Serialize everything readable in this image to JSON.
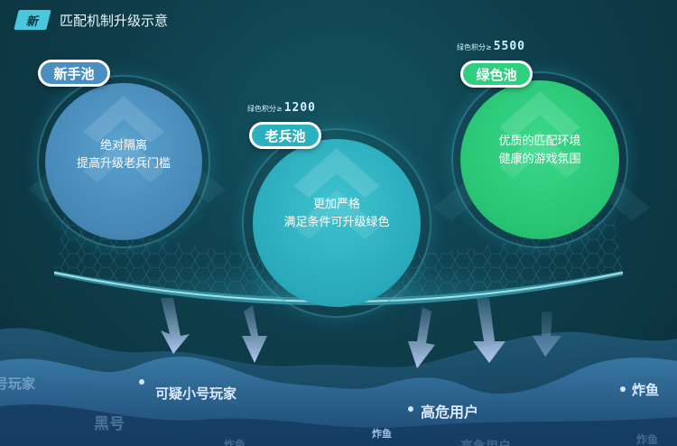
{
  "header": {
    "badge": "新",
    "title": "匹配机制升级示意"
  },
  "pools": {
    "novice": {
      "name": "新手池",
      "line1": "绝对隔离",
      "line2": "提高升级老兵门槛",
      "color": "#4a8fbf"
    },
    "veteran": {
      "name": "老兵池",
      "line1": "更加严格",
      "line2": "满足条件可升级绿色",
      "score_label": "绿色积分≥",
      "score_value": "1200",
      "color": "#2ab0bf"
    },
    "green": {
      "name": "绿色池",
      "line1": "优质的匹配环境",
      "line2": "健康的游戏氛围",
      "score_label": "绿色积分≥",
      "score_value": "5500",
      "color": "#2fcf80"
    }
  },
  "bottom_labels": {
    "suspicious_alts": "可疑小号玩家",
    "high_risk": "高危用户",
    "fish_right": "炸鱼",
    "alt_left": "号玩家",
    "black_alt": "黑号",
    "fish_mid": "炸鱼",
    "fish_bottom": "炸鱼",
    "high_risk_faded": "高危用户",
    "fish_faded_right": "炸鱼"
  },
  "icons": {
    "arrows": "down-arrow-icon",
    "chevrons": "chevron-up-icon",
    "bullets": "dot-icon"
  }
}
